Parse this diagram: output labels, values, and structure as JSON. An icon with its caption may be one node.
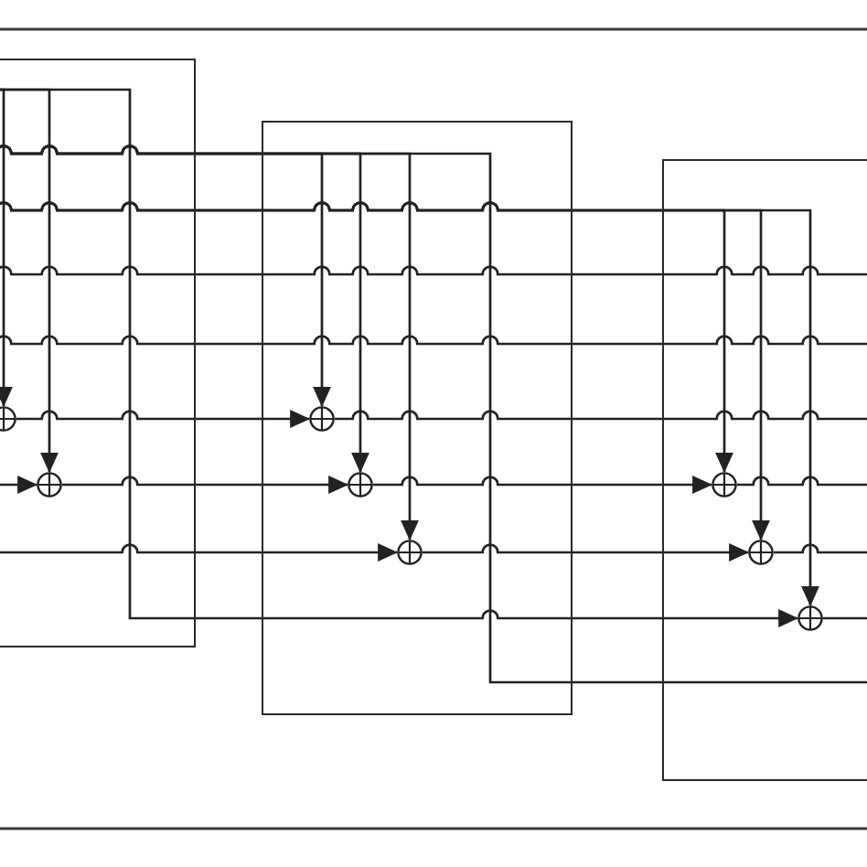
{
  "diagram": {
    "nodes": [
      {
        "text": [],
        "shape": "box"
      },
      {
        "text": [],
        "shape": "box"
      },
      {
        "text": [],
        "shape": "box"
      },
      {
        "text": [],
        "shape": "circle",
        "in": 0
      },
      {
        "text": [],
        "shape": "circle",
        "in": 0
      },
      {
        "text": [],
        "shape": "circle",
        "in": 1
      },
      {
        "text": [],
        "shape": "circle",
        "in": 1
      },
      {
        "text": [],
        "shape": "circle",
        "in": 1
      },
      {
        "text": [],
        "shape": "circle",
        "in": 2
      },
      {
        "text": [],
        "shape": "circle",
        "in": 2
      },
      {
        "text": [],
        "shape": "circle",
        "in": 2
      }
    ],
    "edges": [
      {
        "from": null,
        "to": 3,
        "arrow": "to"
      },
      {
        "from": null,
        "to": 4,
        "arrow": "to"
      },
      {
        "from": null,
        "to": 10,
        "arrow": "to"
      },
      {
        "from": null,
        "to": 5,
        "arrow": "to"
      },
      {
        "from": null,
        "to": 6,
        "arrow": "to"
      },
      {
        "from": null,
        "to": 7,
        "arrow": "to"
      },
      {
        "from": null,
        "to": 8,
        "arrow": "to"
      },
      {
        "from": null,
        "to": 9,
        "arrow": "to"
      },
      {
        "from": null,
        "to": 10,
        "arrow": "to"
      },
      {
        "from": null,
        "to": 4,
        "arrow": "to"
      },
      {
        "from": 3,
        "to": 5,
        "arrow": "to"
      },
      {
        "from": 5,
        "to": null,
        "arrow": "none"
      },
      {
        "from": 4,
        "to": 6,
        "arrow": "to"
      },
      {
        "from": 6,
        "to": 8,
        "arrow": "to"
      },
      {
        "from": 8,
        "to": null,
        "arrow": "none"
      },
      {
        "from": null,
        "to": 7,
        "arrow": "to"
      },
      {
        "from": 7,
        "to": 9,
        "arrow": "to"
      },
      {
        "from": 9,
        "to": null,
        "arrow": "none"
      },
      {
        "from": 10,
        "to": null,
        "arrow": "none"
      }
    ]
  }
}
